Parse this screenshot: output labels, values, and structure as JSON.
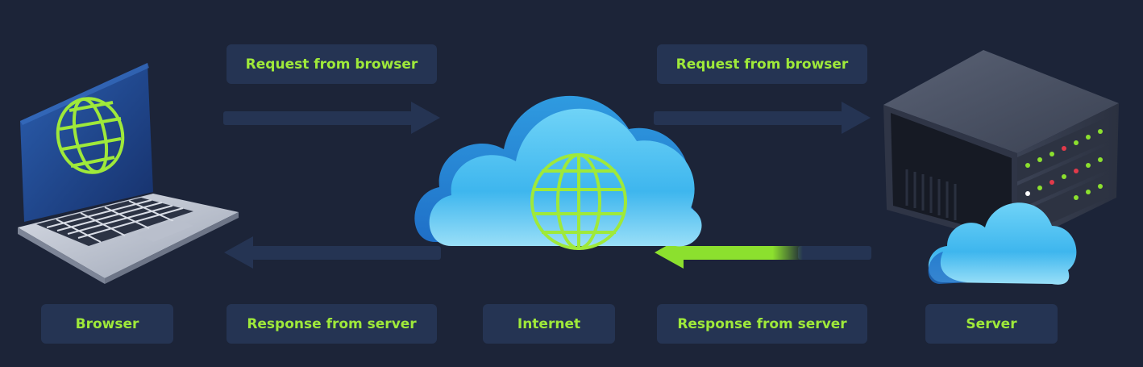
{
  "labels": {
    "request_left": "Request from browser",
    "request_right": "Request from browser",
    "response_left": "Response from server",
    "response_right": "Response from server",
    "browser": "Browser",
    "internet": "Internet",
    "server": "Server"
  },
  "icons": {
    "browser": "laptop-globe-icon",
    "internet": "cloud-globe-icon",
    "server": "server-cloud-icon"
  },
  "colors": {
    "background": "#1c2438",
    "label_bg": "#253453",
    "accent_green": "#9fe93a",
    "arrow_idle": "#253453"
  }
}
